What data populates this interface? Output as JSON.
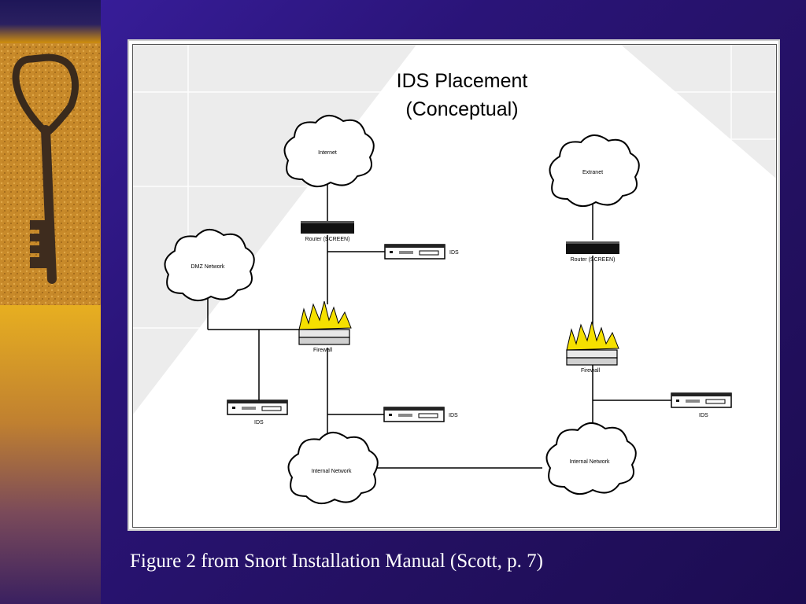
{
  "slide": {
    "caption": "Figure 2 from Snort Installation Manual (Scott, p. 7)"
  },
  "diagram": {
    "title_line1": "IDS Placement",
    "title_line2": "(Conceptual)",
    "clouds": {
      "internet": "Internet",
      "extranet": "Extranet",
      "dmz": "DMZ Network",
      "internal_left": "Internal Network",
      "internal_right": "Internal Network"
    },
    "devices": {
      "router_left": "Router (SCREEN)",
      "router_right": "Router (SCREEN)",
      "firewall_left": "Firewall",
      "firewall_right": "Firewall",
      "ids_top": "IDS",
      "ids_dmz": "IDS",
      "ids_mid": "IDS",
      "ids_right": "IDS"
    }
  },
  "colors": {
    "background": "#2a1478",
    "figure_background": "#ffffff",
    "flame": "#f5e000",
    "caption": "#ffffff"
  }
}
